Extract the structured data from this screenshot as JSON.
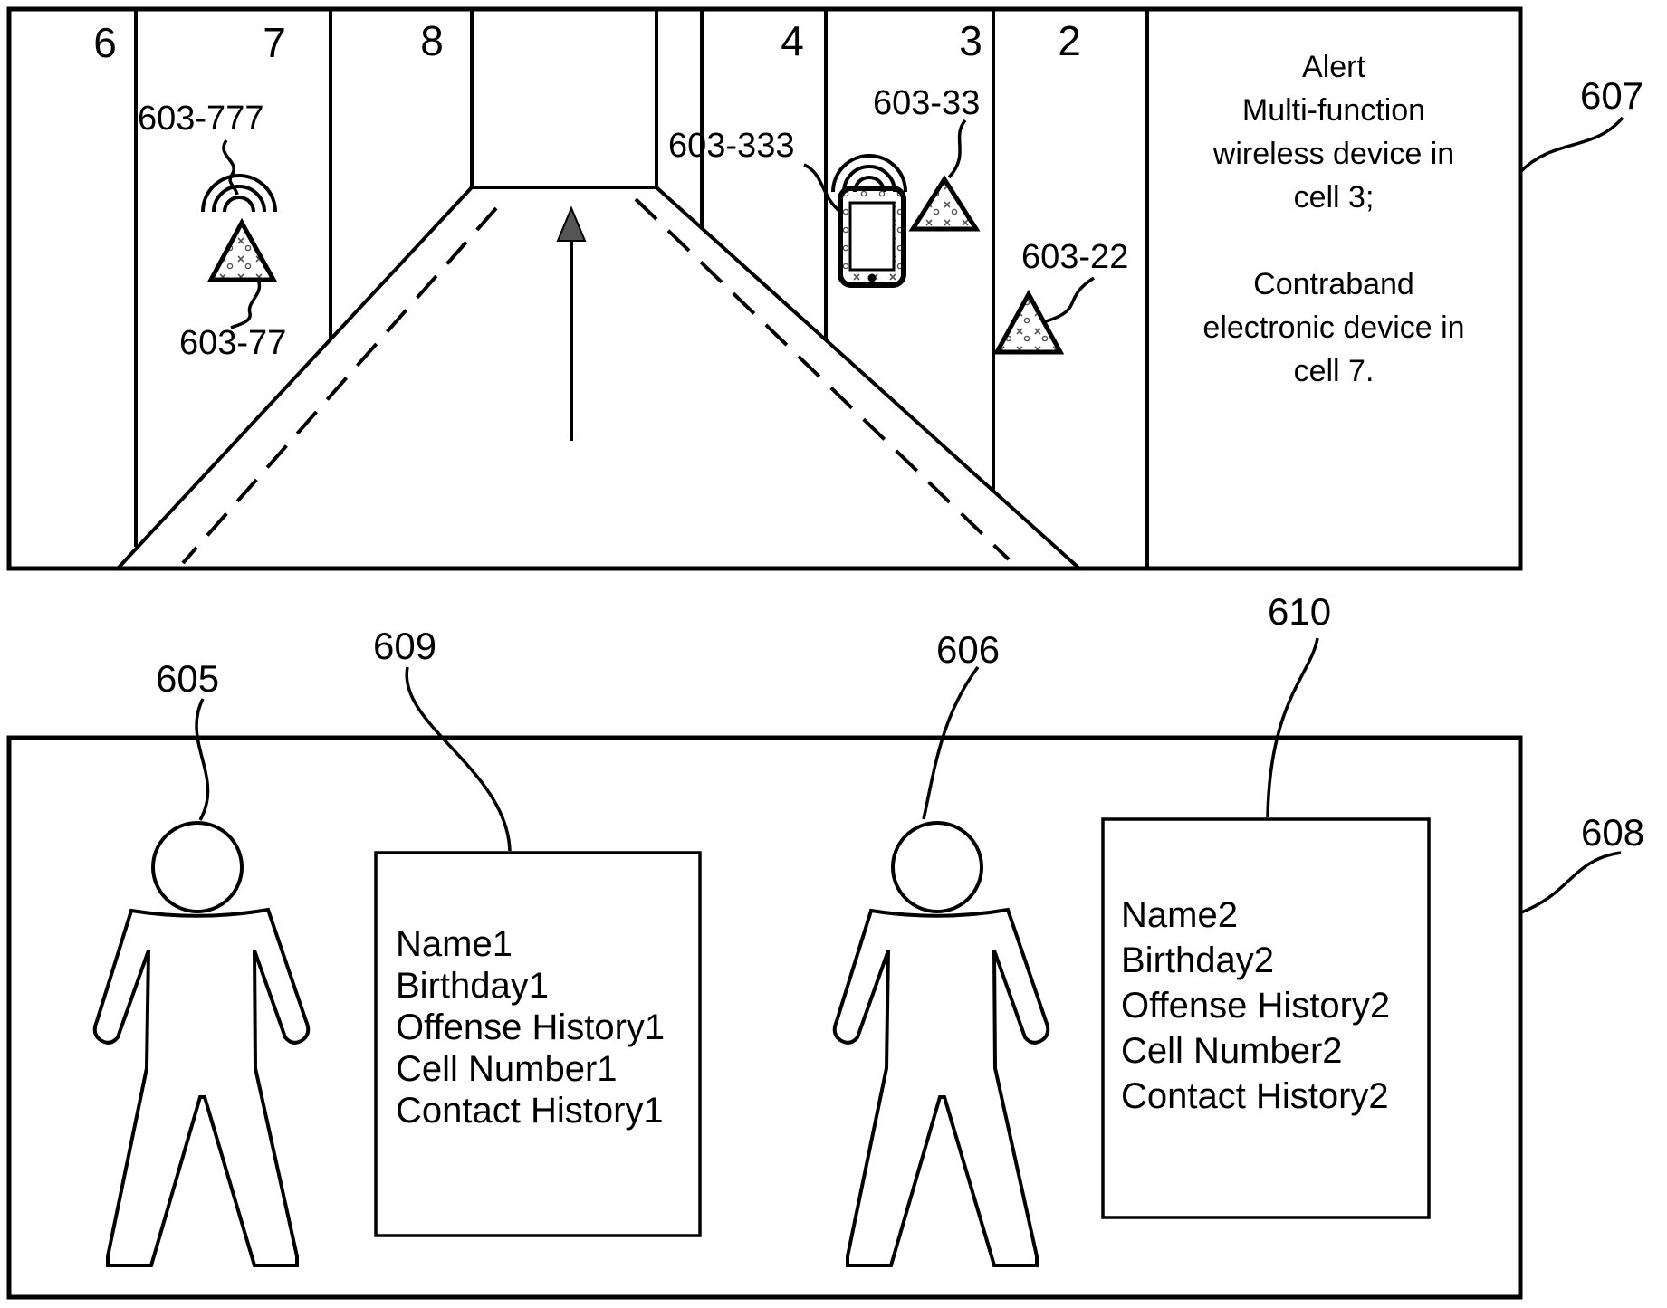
{
  "top_panel": {
    "cells": [
      "6",
      "7",
      "8",
      "4",
      "3",
      "2"
    ],
    "labels": {
      "wifi1_ref": "603-777",
      "device1_ref": "603-77",
      "phone_ref": "603-333",
      "device2_ref": "603-33",
      "device3_ref": "603-22"
    },
    "alert": {
      "ref": "607",
      "para1_lines": [
        "Alert",
        "Multi-function",
        "wireless device in",
        "cell 3;"
      ],
      "para2_lines": [
        "Contraband",
        "electronic device in",
        "cell 7."
      ]
    }
  },
  "bottom_panel": {
    "ref": "608",
    "person1_ref": "605",
    "person2_ref": "606",
    "info_box1": {
      "ref": "609",
      "lines": [
        "Name1",
        "Birthday1",
        "Offense History1",
        "Cell Number1",
        "Contact History1"
      ]
    },
    "info_box2": {
      "ref": "610",
      "lines": [
        "Name2",
        "Birthday2",
        "Offense History2",
        "Cell Number2",
        "Contact History2"
      ]
    }
  },
  "colors": {
    "ink": "#000000",
    "paper": "#ffffff"
  }
}
